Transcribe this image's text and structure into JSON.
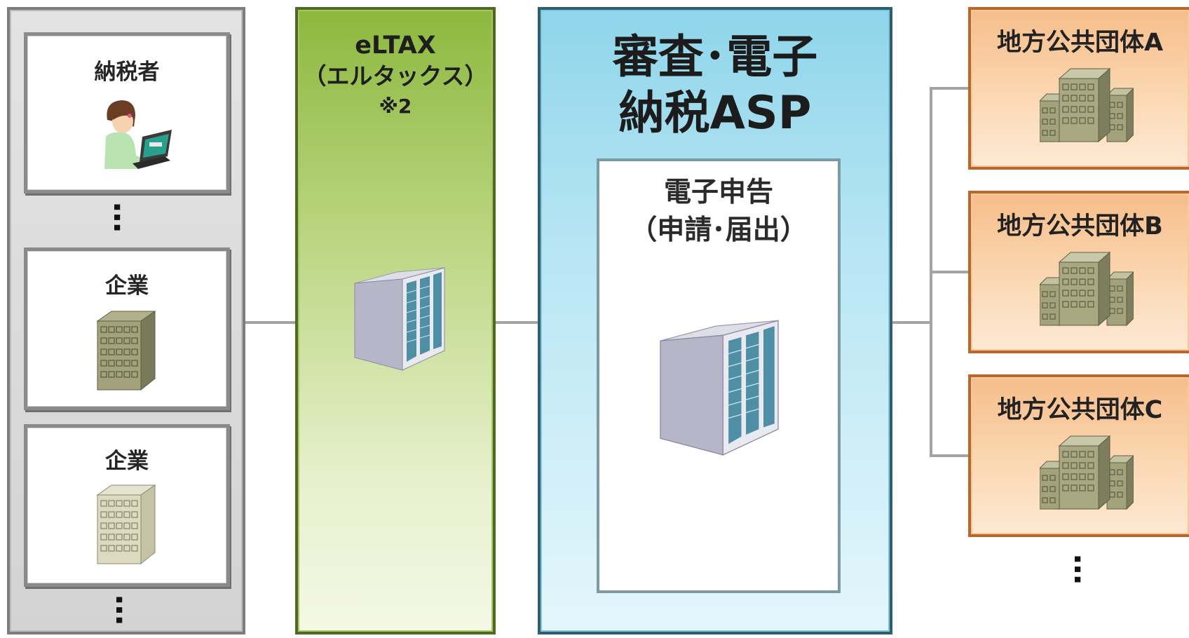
{
  "taxpayers": {
    "items": [
      {
        "label": "納税者",
        "icon": "person-at-laptop-icon"
      },
      {
        "label": "企業",
        "icon": "building-icon"
      },
      {
        "label": "企業",
        "icon": "building-icon"
      }
    ],
    "ellipsis_top": "…",
    "ellipsis_bottom": "…"
  },
  "eltax": {
    "title_line1": "eLTAX",
    "title_line2": "（エルタックス）",
    "title_line3": "※2",
    "icon": "server-icon"
  },
  "asp": {
    "title_line1": "審査･電子",
    "title_line2": "納税ASP",
    "inner_title_line1": "電子申告",
    "inner_title_line2": "（申請･届出）",
    "icon": "server-icon"
  },
  "governments": {
    "items": [
      {
        "label": "地方公共団体A",
        "icon": "building-complex-icon"
      },
      {
        "label": "地方公共団体B",
        "icon": "building-complex-icon"
      },
      {
        "label": "地方公共団体C",
        "icon": "building-complex-icon"
      }
    ],
    "ellipsis": "…"
  },
  "colors": {
    "gray_panel": "#d9d9d9",
    "green_panel": "#9bc250",
    "blue_panel": "#a6def0",
    "orange_box": "#f9c99a",
    "connector": "#a4a4a4"
  }
}
